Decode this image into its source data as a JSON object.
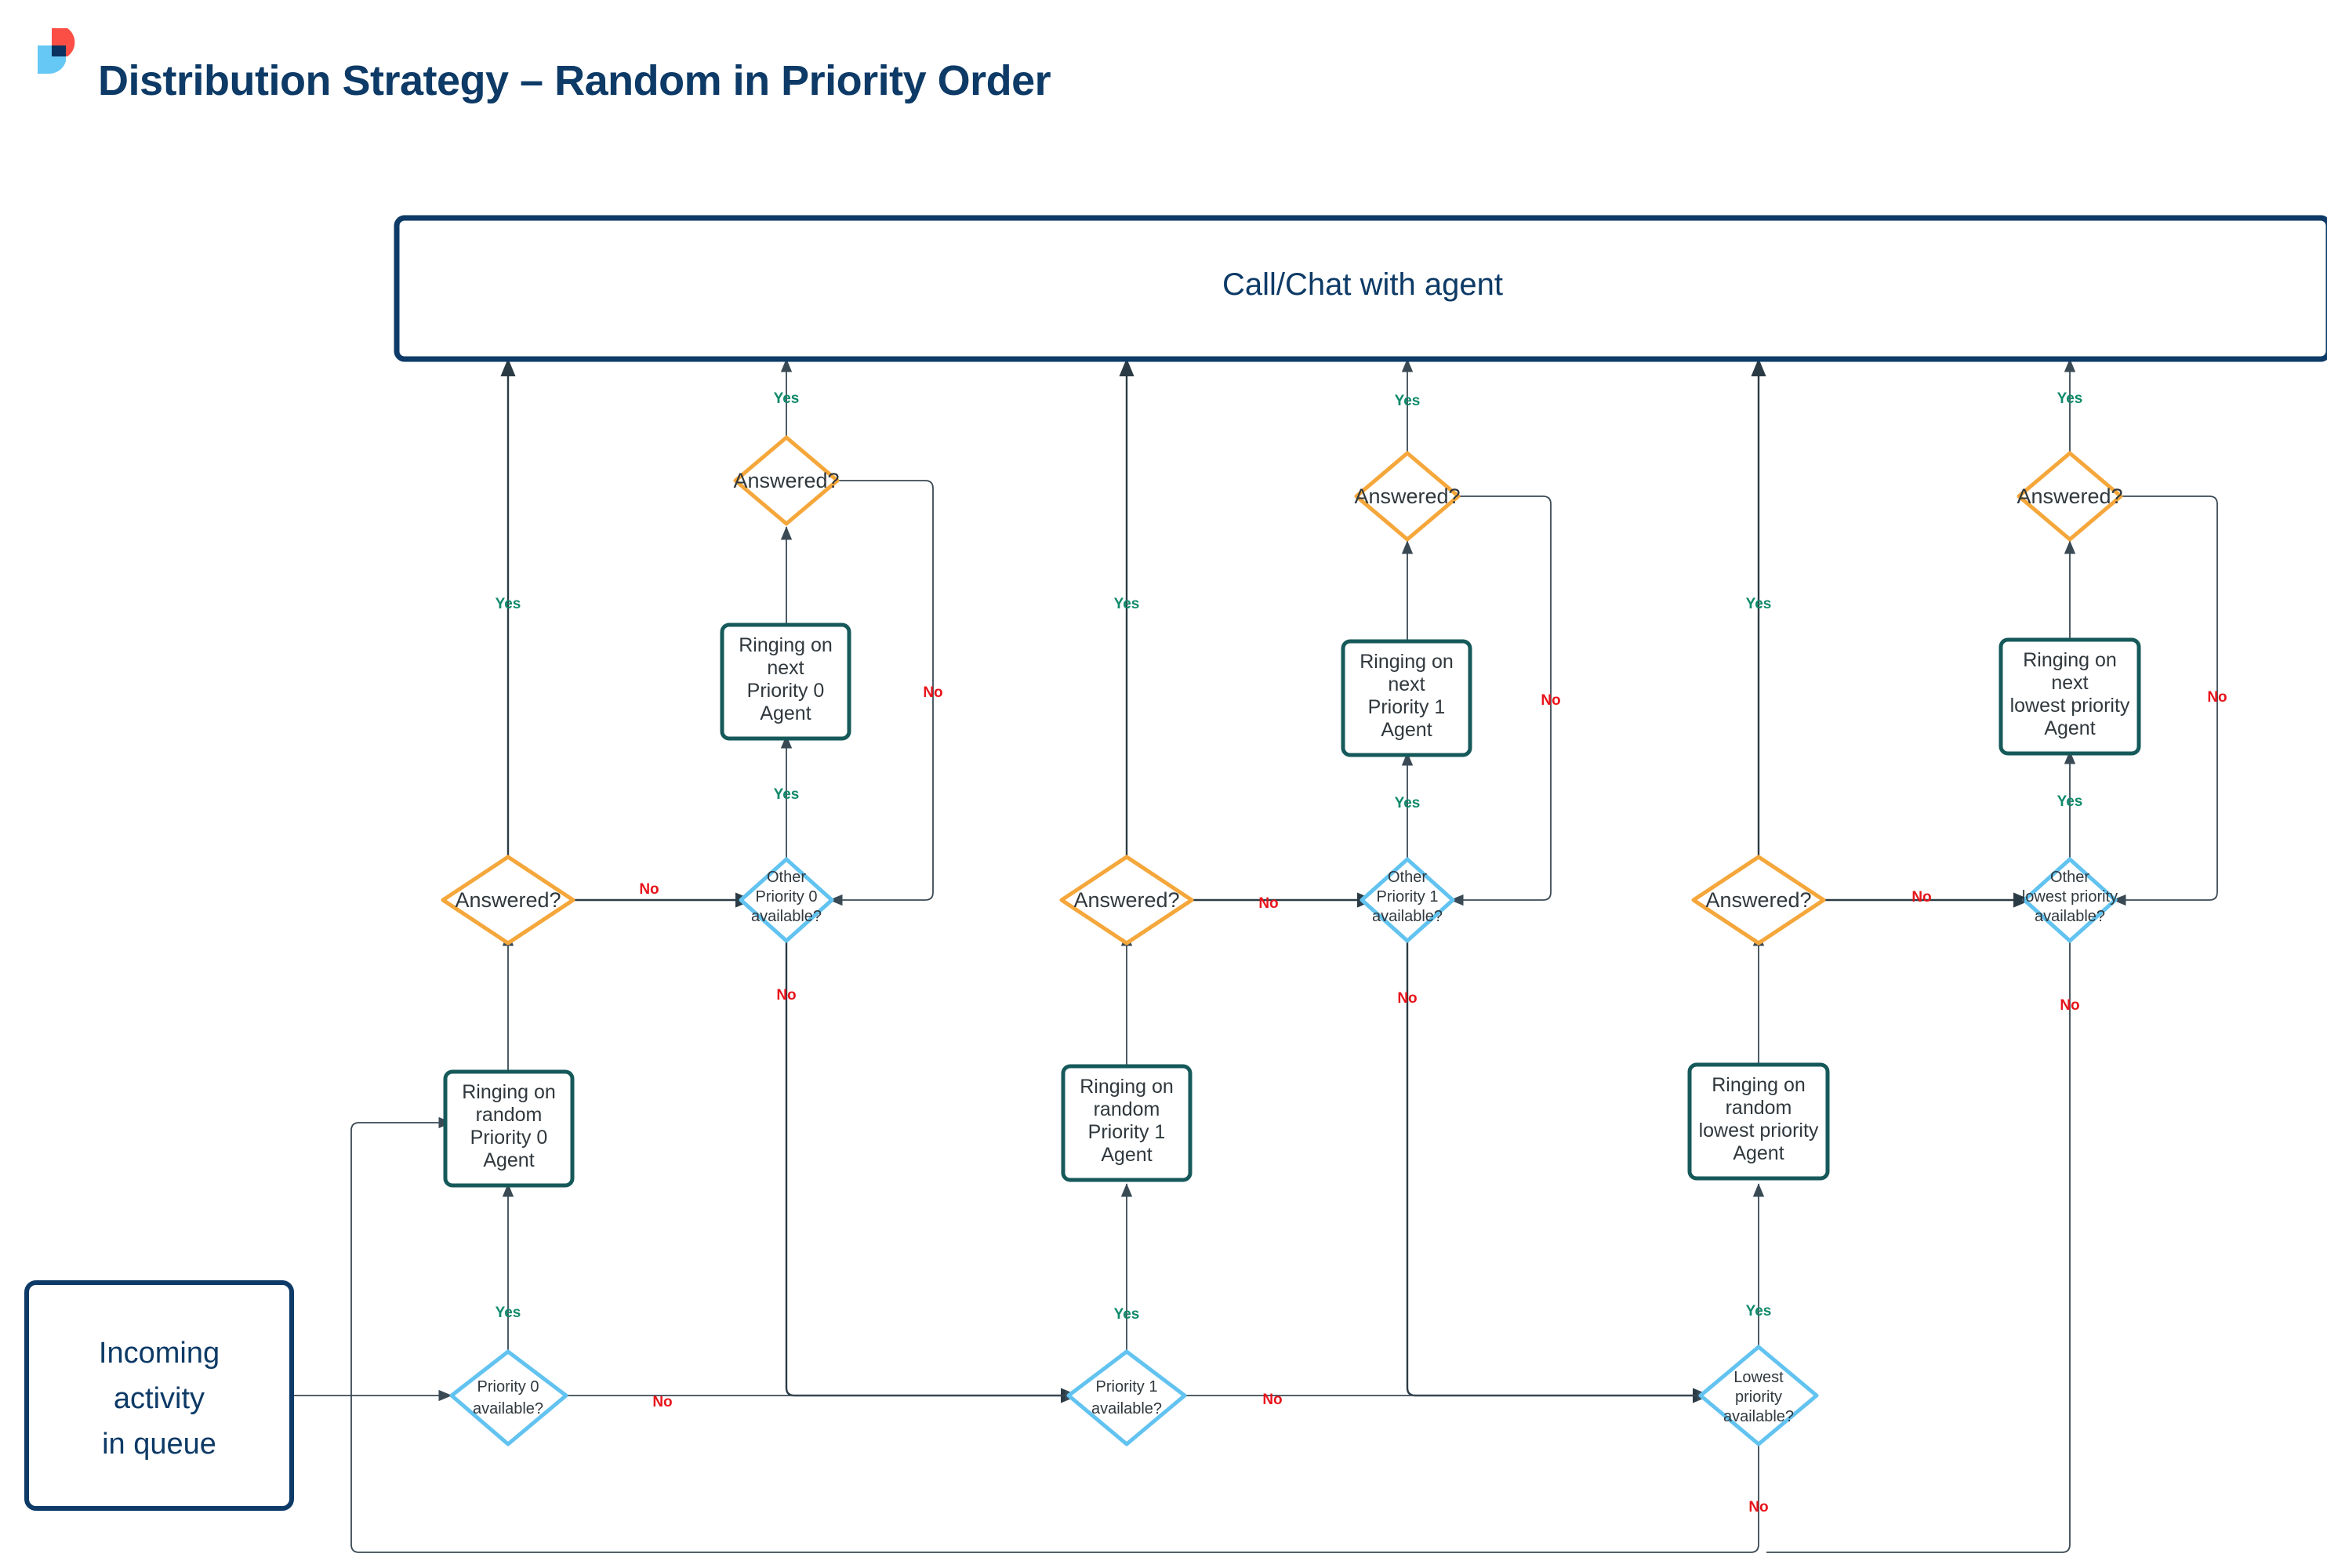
{
  "header": {
    "title": "Distribution Strategy – Random in Priority Order",
    "logo_name": "brand-logo",
    "logo_colors": {
      "red": "#FB4F45",
      "light_blue": "#66C8F5",
      "navy": "#0B3260"
    }
  },
  "colors": {
    "title_navy": "#0d3a66",
    "terminal_border": "#0d3a66",
    "process_border": "#16595a",
    "decision_amber": "#f5a73b",
    "decision_blue": "#62c3f0",
    "edge": "#2b3b45",
    "yes_label": "#0f8a6a",
    "no_label": "#e8141b"
  },
  "labels": {
    "yes": "Yes",
    "no": "No"
  },
  "nodes": {
    "terminal_top": {
      "id": "call-chat-with-agent",
      "text": "Call/Chat with agent",
      "shape": "rounded-rect",
      "type": "terminal"
    },
    "start": {
      "id": "incoming-activity-in-queue",
      "lines": [
        "Incoming",
        "activity",
        "in queue"
      ],
      "shape": "rounded-rect",
      "type": "start"
    },
    "p0_available": {
      "id": "priority-0-available",
      "lines": [
        "Priority 0",
        "available?"
      ],
      "shape": "diamond",
      "type": "decision-blue"
    },
    "p0_ring_random": {
      "id": "ringing-on-random-priority-0-agent",
      "lines": [
        "Ringing on",
        "random",
        "Priority 0",
        "Agent"
      ],
      "shape": "rounded-rect",
      "type": "process"
    },
    "p0_answered_1": {
      "id": "answered-priority-0-first",
      "text": "Answered?",
      "shape": "diamond",
      "type": "decision-amber"
    },
    "p0_other_available": {
      "id": "other-priority-0-available",
      "lines": [
        "Other",
        "Priority 0",
        "available?"
      ],
      "shape": "diamond",
      "type": "decision-blue"
    },
    "p0_ring_next": {
      "id": "ringing-on-next-priority-0-agent",
      "lines": [
        "Ringing on",
        "next",
        "Priority 0",
        "Agent"
      ],
      "shape": "rounded-rect",
      "type": "process"
    },
    "p0_answered_2": {
      "id": "answered-priority-0-second",
      "text": "Answered?",
      "shape": "diamond",
      "type": "decision-amber"
    },
    "p1_available": {
      "id": "priority-1-available",
      "lines": [
        "Priority 1",
        "available?"
      ],
      "shape": "diamond",
      "type": "decision-blue"
    },
    "p1_ring_random": {
      "id": "ringing-on-random-priority-1-agent",
      "lines": [
        "Ringing on",
        "random",
        "Priority 1",
        "Agent"
      ],
      "shape": "rounded-rect",
      "type": "process"
    },
    "p1_answered_1": {
      "id": "answered-priority-1-first",
      "text": "Answered?",
      "shape": "diamond",
      "type": "decision-amber"
    },
    "p1_other_available": {
      "id": "other-priority-1-available",
      "lines": [
        "Other",
        "Priority 1",
        "available?"
      ],
      "shape": "diamond",
      "type": "decision-blue"
    },
    "p1_ring_next": {
      "id": "ringing-on-next-priority-1-agent",
      "lines": [
        "Ringing on",
        "next",
        "Priority 1",
        "Agent"
      ],
      "shape": "rounded-rect",
      "type": "process"
    },
    "p1_answered_2": {
      "id": "answered-priority-1-second",
      "text": "Answered?",
      "shape": "diamond",
      "type": "decision-amber"
    },
    "lp_available": {
      "id": "lowest-priority-available",
      "lines": [
        "Lowest",
        "priority",
        "available?"
      ],
      "shape": "diamond",
      "type": "decision-blue"
    },
    "lp_ring_random": {
      "id": "ringing-on-random-lowest-priority-agent",
      "lines": [
        "Ringing on",
        "random",
        "lowest priority",
        "Agent"
      ],
      "shape": "rounded-rect",
      "type": "process"
    },
    "lp_answered_1": {
      "id": "answered-lowest-priority-first",
      "text": "Answered?",
      "shape": "diamond",
      "type": "decision-amber"
    },
    "lp_other_available": {
      "id": "other-lowest-priority-available",
      "lines": [
        "Other",
        "lowest priority",
        "available?"
      ],
      "shape": "diamond",
      "type": "decision-blue"
    },
    "lp_ring_next": {
      "id": "ringing-on-next-lowest-priority-agent",
      "lines": [
        "Ringing on",
        "next",
        "lowest priority",
        "Agent"
      ],
      "shape": "rounded-rect",
      "type": "process"
    },
    "lp_answered_2": {
      "id": "answered-lowest-priority-second",
      "text": "Answered?",
      "shape": "diamond",
      "type": "decision-amber"
    }
  },
  "edges": [
    {
      "from": "incoming-activity-in-queue",
      "to": "priority-0-available",
      "label": ""
    },
    {
      "from": "priority-0-available",
      "to": "ringing-on-random-priority-0-agent",
      "label": "Yes"
    },
    {
      "from": "priority-0-available",
      "to": "priority-1-available",
      "label": "No"
    },
    {
      "from": "ringing-on-random-priority-0-agent",
      "to": "answered-priority-0-first",
      "label": ""
    },
    {
      "from": "answered-priority-0-first",
      "to": "call-chat-with-agent",
      "label": "Yes"
    },
    {
      "from": "answered-priority-0-first",
      "to": "other-priority-0-available",
      "label": "No"
    },
    {
      "from": "other-priority-0-available",
      "to": "ringing-on-next-priority-0-agent",
      "label": "Yes"
    },
    {
      "from": "other-priority-0-available",
      "to": "priority-1-available",
      "label": "No"
    },
    {
      "from": "ringing-on-next-priority-0-agent",
      "to": "answered-priority-0-second",
      "label": ""
    },
    {
      "from": "answered-priority-0-second",
      "to": "call-chat-with-agent",
      "label": "Yes"
    },
    {
      "from": "answered-priority-0-second",
      "to": "other-priority-0-available",
      "label": "No"
    },
    {
      "from": "priority-1-available",
      "to": "ringing-on-random-priority-1-agent",
      "label": "Yes"
    },
    {
      "from": "priority-1-available",
      "to": "lowest-priority-available",
      "label": "No"
    },
    {
      "from": "ringing-on-random-priority-1-agent",
      "to": "answered-priority-1-first",
      "label": ""
    },
    {
      "from": "answered-priority-1-first",
      "to": "call-chat-with-agent",
      "label": "Yes"
    },
    {
      "from": "answered-priority-1-first",
      "to": "other-priority-1-available",
      "label": "No"
    },
    {
      "from": "other-priority-1-available",
      "to": "ringing-on-next-priority-1-agent",
      "label": "Yes"
    },
    {
      "from": "other-priority-1-available",
      "to": "lowest-priority-available",
      "label": "No"
    },
    {
      "from": "ringing-on-next-priority-1-agent",
      "to": "answered-priority-1-second",
      "label": ""
    },
    {
      "from": "answered-priority-1-second",
      "to": "call-chat-with-agent",
      "label": "Yes"
    },
    {
      "from": "answered-priority-1-second",
      "to": "other-priority-1-available",
      "label": "No"
    },
    {
      "from": "lowest-priority-available",
      "to": "ringing-on-random-lowest-priority-agent",
      "label": "Yes"
    },
    {
      "from": "lowest-priority-available",
      "to": "ringing-on-random-priority-0-agent",
      "label": "No"
    },
    {
      "from": "ringing-on-random-lowest-priority-agent",
      "to": "answered-lowest-priority-first",
      "label": ""
    },
    {
      "from": "answered-lowest-priority-first",
      "to": "call-chat-with-agent",
      "label": "Yes"
    },
    {
      "from": "answered-lowest-priority-first",
      "to": "other-lowest-priority-available",
      "label": "No"
    },
    {
      "from": "other-lowest-priority-available",
      "to": "ringing-on-next-lowest-priority-agent",
      "label": "Yes"
    },
    {
      "from": "other-lowest-priority-available",
      "to": "ringing-on-random-priority-0-agent",
      "label": "No"
    },
    {
      "from": "ringing-on-next-lowest-priority-agent",
      "to": "answered-lowest-priority-second",
      "label": ""
    },
    {
      "from": "answered-lowest-priority-second",
      "to": "call-chat-with-agent",
      "label": "Yes"
    },
    {
      "from": "answered-lowest-priority-second",
      "to": "other-lowest-priority-available",
      "label": "No"
    }
  ]
}
